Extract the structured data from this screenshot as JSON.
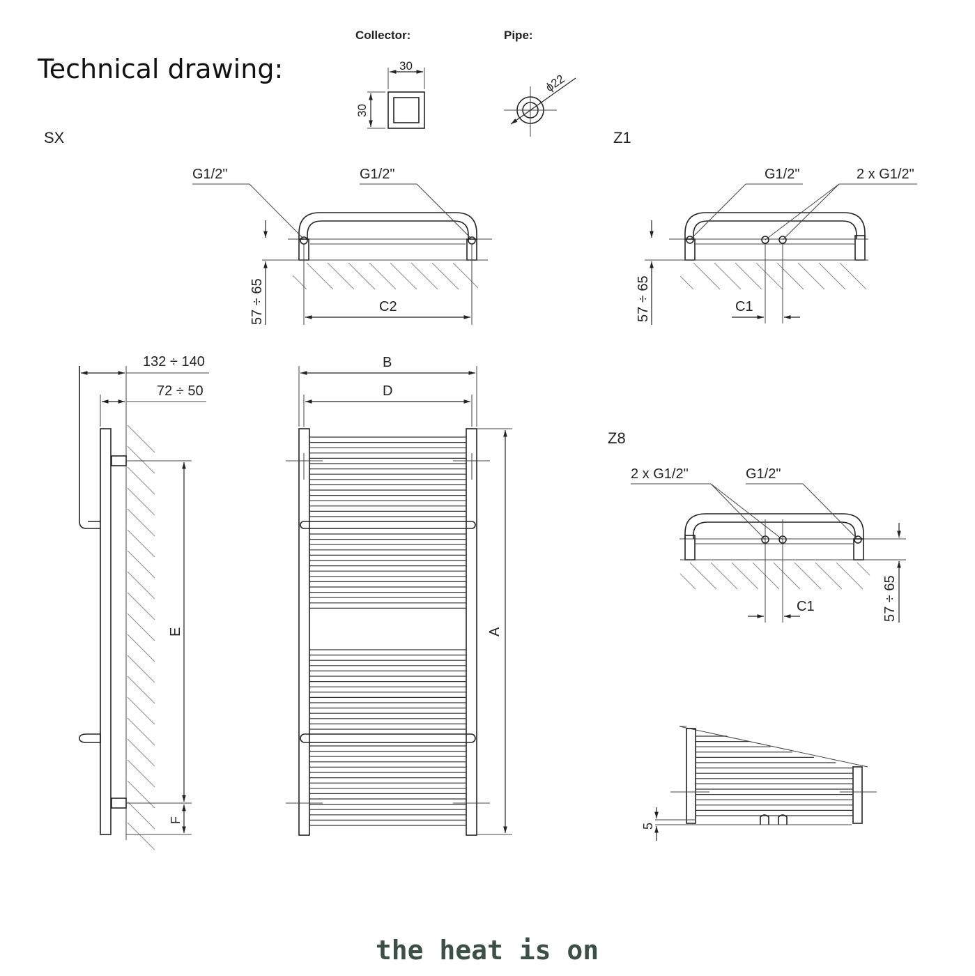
{
  "title": "Technical drawing:",
  "collector_label": "Collector:",
  "pipe_label": "Pipe:",
  "collector_dims": {
    "width": "30",
    "height": "30"
  },
  "pipe_dim": "ϕ22",
  "views": {
    "sx": {
      "name": "SX",
      "thread_left": "G1/2\"",
      "thread_right": "G1/2\"",
      "wall_distance": "57 ÷ 65",
      "spacing": "C2"
    },
    "z1": {
      "name": "Z1",
      "thread_left": "G1/2\"",
      "thread_right": "2 x G1/2\"",
      "wall_distance": "57 ÷ 65",
      "spacing": "C1"
    },
    "z8": {
      "name": "Z8",
      "thread_left": "2 x G1/2\"",
      "thread_right": "G1/2\"",
      "wall_distance": "57 ÷ 65",
      "spacing": "C1"
    }
  },
  "side_view": {
    "depth_outer": "132 ÷ 140",
    "depth_inner": "72 ÷ 50",
    "dim_e": "E",
    "dim_f": "F"
  },
  "front_view": {
    "dim_b": "B",
    "dim_d": "D",
    "dim_a": "A"
  },
  "bottom_detail": {
    "offset": "5"
  },
  "brand": "the heat is on"
}
